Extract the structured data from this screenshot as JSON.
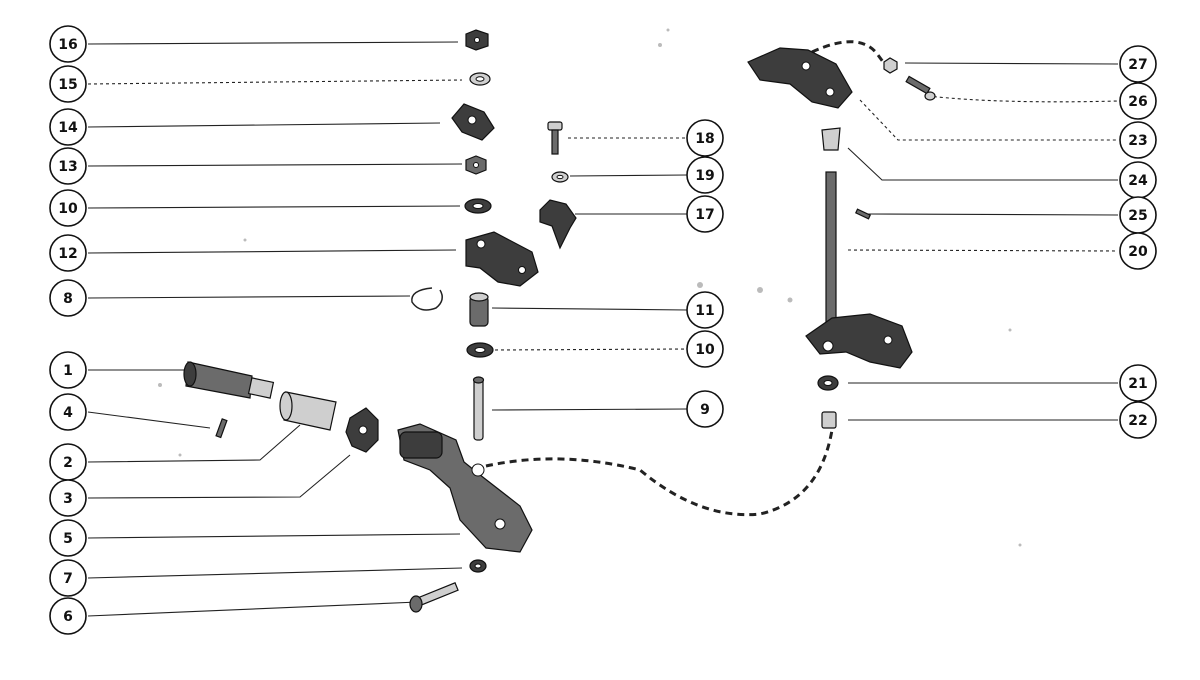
{
  "callouts": [
    {
      "key": "c16",
      "label": "16"
    },
    {
      "key": "c15",
      "label": "15"
    },
    {
      "key": "c14",
      "label": "14"
    },
    {
      "key": "c13",
      "label": "13"
    },
    {
      "key": "c10a",
      "label": "10"
    },
    {
      "key": "c12",
      "label": "12"
    },
    {
      "key": "c8",
      "label": "8"
    },
    {
      "key": "c1",
      "label": "1"
    },
    {
      "key": "c4",
      "label": "4"
    },
    {
      "key": "c2",
      "label": "2"
    },
    {
      "key": "c3",
      "label": "3"
    },
    {
      "key": "c5",
      "label": "5"
    },
    {
      "key": "c7",
      "label": "7"
    },
    {
      "key": "c6",
      "label": "6"
    },
    {
      "key": "c18",
      "label": "18"
    },
    {
      "key": "c19",
      "label": "19"
    },
    {
      "key": "c17",
      "label": "17"
    },
    {
      "key": "c11",
      "label": "11"
    },
    {
      "key": "c10b",
      "label": "10"
    },
    {
      "key": "c9",
      "label": "9"
    },
    {
      "key": "c27",
      "label": "27"
    },
    {
      "key": "c26",
      "label": "26"
    },
    {
      "key": "c23",
      "label": "23"
    },
    {
      "key": "c24",
      "label": "24"
    },
    {
      "key": "c25",
      "label": "25"
    },
    {
      "key": "c20",
      "label": "20"
    },
    {
      "key": "c21",
      "label": "21"
    },
    {
      "key": "c22",
      "label": "22"
    }
  ]
}
